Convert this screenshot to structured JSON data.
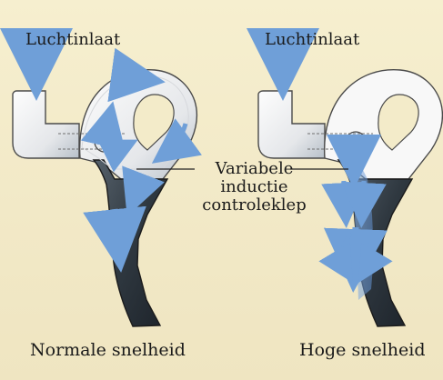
{
  "labels": {
    "left_inlet": "Luchtinlaat",
    "right_inlet": "Luchtinlaat",
    "left_caption": "Normale snelheid",
    "right_caption": "Hoge snelheid",
    "valve_line_1": "Variabele",
    "valve_line_2": "inductie",
    "valve_line_3": "controleklep"
  },
  "colors": {
    "background": "#f3ebc9",
    "pipe_light": "#f4f4f4",
    "pipe_shadow": "#a9b4be",
    "dark_pipe": "#2f3840",
    "air_flow": "#6f9fd8",
    "outline": "#4a4a4a"
  },
  "icons": {
    "arrow": "flow-arrow-icon",
    "valve": "valve-icon"
  }
}
